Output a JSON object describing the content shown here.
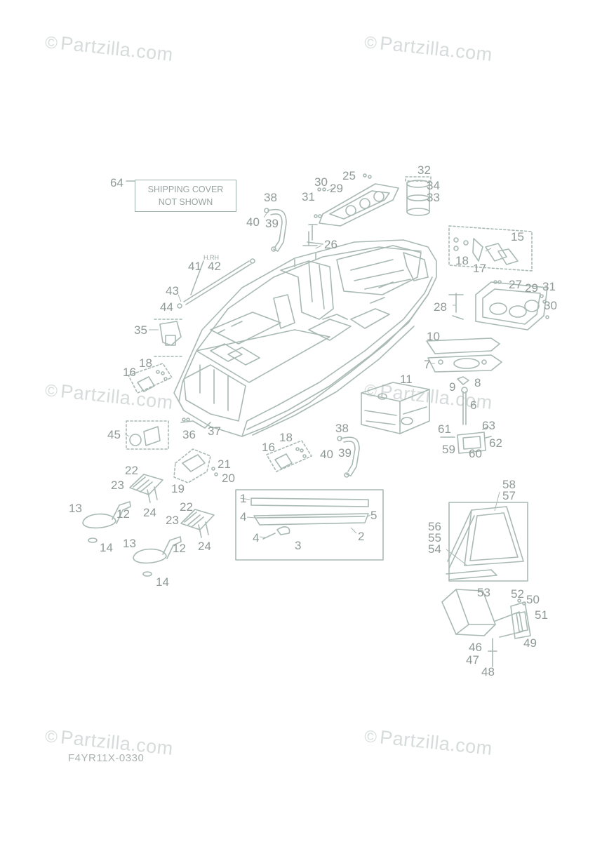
{
  "watermark": {
    "text": "Partzilla.com",
    "symbol": "©"
  },
  "diagram_code": "F4YR11X-0330",
  "shipping_note": {
    "line1": "SHIPPING COVER",
    "line2": "NOT SHOWN",
    "ref": "64"
  },
  "hrh_label": "H.RH",
  "colors": {
    "ink": "#a9b9b4",
    "label": "#8f9a97",
    "watermark": "#d6dcdb"
  },
  "callouts": [
    {
      "id": "c64",
      "n": "64"
    },
    {
      "id": "c38a",
      "n": "38"
    },
    {
      "id": "c40a",
      "n": "40"
    },
    {
      "id": "c39a",
      "n": "39"
    },
    {
      "id": "c30a",
      "n": "30"
    },
    {
      "id": "c25",
      "n": "25"
    },
    {
      "id": "c31a",
      "n": "31"
    },
    {
      "id": "c29a",
      "n": "29"
    },
    {
      "id": "c32",
      "n": "32"
    },
    {
      "id": "c34",
      "n": "34"
    },
    {
      "id": "c33",
      "n": "33"
    },
    {
      "id": "c15",
      "n": "15"
    },
    {
      "id": "c18a",
      "n": "18"
    },
    {
      "id": "c17",
      "n": "17"
    },
    {
      "id": "c26",
      "n": "26"
    },
    {
      "id": "c41",
      "n": "41"
    },
    {
      "id": "c42",
      "n": "42"
    },
    {
      "id": "c43",
      "n": "43"
    },
    {
      "id": "c44",
      "n": "44"
    },
    {
      "id": "c27",
      "n": "27"
    },
    {
      "id": "c29b",
      "n": "29"
    },
    {
      "id": "c31b",
      "n": "31"
    },
    {
      "id": "c30b",
      "n": "30"
    },
    {
      "id": "c28",
      "n": "28"
    },
    {
      "id": "c35",
      "n": "35"
    },
    {
      "id": "c10",
      "n": "10"
    },
    {
      "id": "c7",
      "n": "7"
    },
    {
      "id": "c18b",
      "n": "18"
    },
    {
      "id": "c16a",
      "n": "16"
    },
    {
      "id": "c11",
      "n": "11"
    },
    {
      "id": "c9",
      "n": "9"
    },
    {
      "id": "c8",
      "n": "8"
    },
    {
      "id": "c6",
      "n": "6"
    },
    {
      "id": "c45",
      "n": "45"
    },
    {
      "id": "c36",
      "n": "36"
    },
    {
      "id": "c37",
      "n": "37"
    },
    {
      "id": "c38b",
      "n": "38"
    },
    {
      "id": "c40b",
      "n": "40"
    },
    {
      "id": "c39b",
      "n": "39"
    },
    {
      "id": "c18c",
      "n": "18"
    },
    {
      "id": "c16b",
      "n": "16"
    },
    {
      "id": "c61",
      "n": "61"
    },
    {
      "id": "c63",
      "n": "63"
    },
    {
      "id": "c59",
      "n": "59"
    },
    {
      "id": "c62",
      "n": "62"
    },
    {
      "id": "c60",
      "n": "60"
    },
    {
      "id": "c21",
      "n": "21"
    },
    {
      "id": "c20",
      "n": "20"
    },
    {
      "id": "c19",
      "n": "19"
    },
    {
      "id": "c22a",
      "n": "22"
    },
    {
      "id": "c23a",
      "n": "23"
    },
    {
      "id": "c24a",
      "n": "24"
    },
    {
      "id": "c13a",
      "n": "13"
    },
    {
      "id": "c12a",
      "n": "12"
    },
    {
      "id": "c14a",
      "n": "14"
    },
    {
      "id": "c22b",
      "n": "22"
    },
    {
      "id": "c23b",
      "n": "23"
    },
    {
      "id": "c24b",
      "n": "24"
    },
    {
      "id": "c13b",
      "n": "13"
    },
    {
      "id": "c12b",
      "n": "12"
    },
    {
      "id": "c14b",
      "n": "14"
    },
    {
      "id": "c1",
      "n": "1"
    },
    {
      "id": "c4a",
      "n": "4"
    },
    {
      "id": "c5",
      "n": "5"
    },
    {
      "id": "c4b",
      "n": "4"
    },
    {
      "id": "c3",
      "n": "3"
    },
    {
      "id": "c2",
      "n": "2"
    },
    {
      "id": "c58",
      "n": "58"
    },
    {
      "id": "c57",
      "n": "57"
    },
    {
      "id": "c56",
      "n": "56"
    },
    {
      "id": "c55",
      "n": "55"
    },
    {
      "id": "c54",
      "n": "54"
    },
    {
      "id": "c53",
      "n": "53"
    },
    {
      "id": "c52",
      "n": "52"
    },
    {
      "id": "c50",
      "n": "50"
    },
    {
      "id": "c51",
      "n": "51"
    },
    {
      "id": "c49",
      "n": "49"
    },
    {
      "id": "c46",
      "n": "46"
    },
    {
      "id": "c47",
      "n": "47"
    },
    {
      "id": "c48",
      "n": "48"
    }
  ]
}
